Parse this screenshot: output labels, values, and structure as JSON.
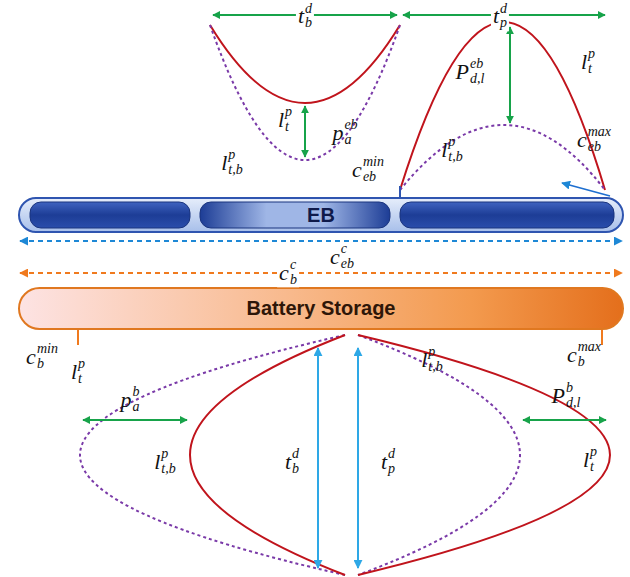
{
  "diagram": {
    "nodes": [
      {
        "text": [
          "EB"
        ]
      },
      {
        "text": [
          "Battery Storage"
        ]
      }
    ],
    "labels": [
      "t",
      "b",
      "d",
      "t",
      "p",
      "d",
      "l",
      "t",
      "p",
      "p",
      "a",
      "eb",
      "l",
      "t,b",
      "p",
      "c",
      "eb",
      "min",
      "l",
      "t,b",
      "p",
      "P",
      "d,l",
      "eb",
      "l",
      "t",
      "p",
      "c",
      "eb",
      "max",
      "c",
      "eb",
      "c",
      "c",
      "b",
      "c",
      "c",
      "b",
      "min",
      "c",
      "b",
      "max",
      "l",
      "t",
      "p",
      "p",
      "a",
      "b",
      "l",
      "t,b",
      "p",
      "t",
      "b",
      "d",
      "t",
      "p",
      "d",
      "l",
      "t,b",
      "p",
      "P",
      "d,l",
      "b",
      "l",
      "t",
      "p"
    ]
  }
}
